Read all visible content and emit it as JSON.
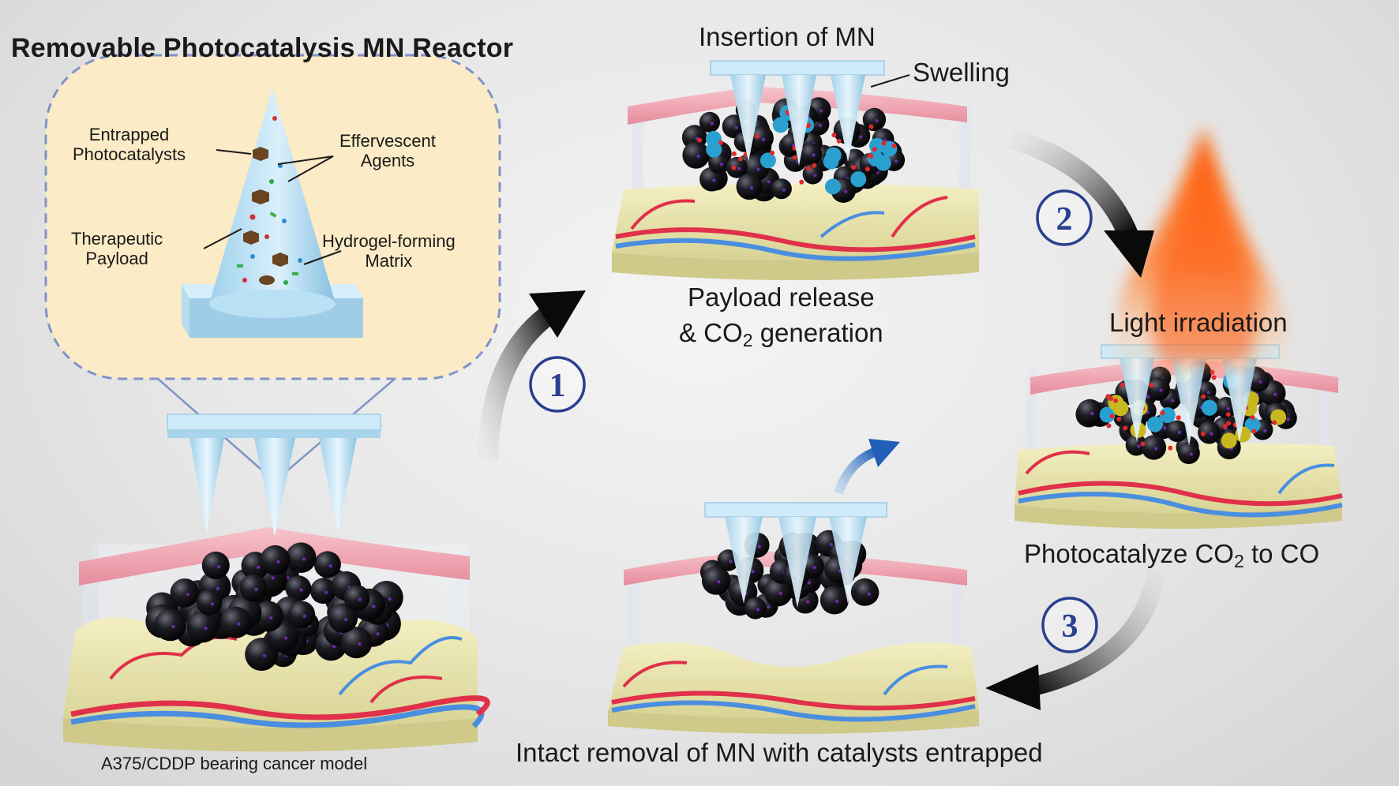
{
  "title": "Removable Photocatalysis MN Reactor",
  "inset_labels": {
    "entrapped": [
      "Entrapped",
      "Photocatalysts"
    ],
    "effervescent": [
      "Effervescent",
      "Agents"
    ],
    "therapeutic": [
      "Therapeutic",
      "Payload"
    ],
    "hydrogel": [
      "Hydrogel-forming",
      "Matrix"
    ]
  },
  "model_caption": "A375/CDDP bearing cancer model",
  "steps": {
    "insertion": "Insertion of MN",
    "swelling": "Swelling",
    "payload_line1": "Payload release",
    "payload_line2_pre": "& CO",
    "payload_sub": "2",
    "payload_line2_post": " generation",
    "light": "Light irradiation",
    "photo_pre": "Photocatalyze CO",
    "photo_sub": "2",
    "photo_post": " to CO",
    "removal": "Intact removal of MN with catalysts entrapped"
  },
  "step_numbers": [
    "1",
    "2",
    "3"
  ],
  "colors": {
    "skin_pink": "#f2aab6",
    "tissue_yellow": "#ece8b0",
    "needle_blue": "#bfe2f4",
    "inset_bg": "#fbebc6",
    "inset_border": "#7f93c8",
    "number_blue": "#2a3f8f",
    "artery_red": "#e0304a",
    "vein_blue": "#4a8ee0",
    "flame_orange": "#ff6a1a"
  }
}
